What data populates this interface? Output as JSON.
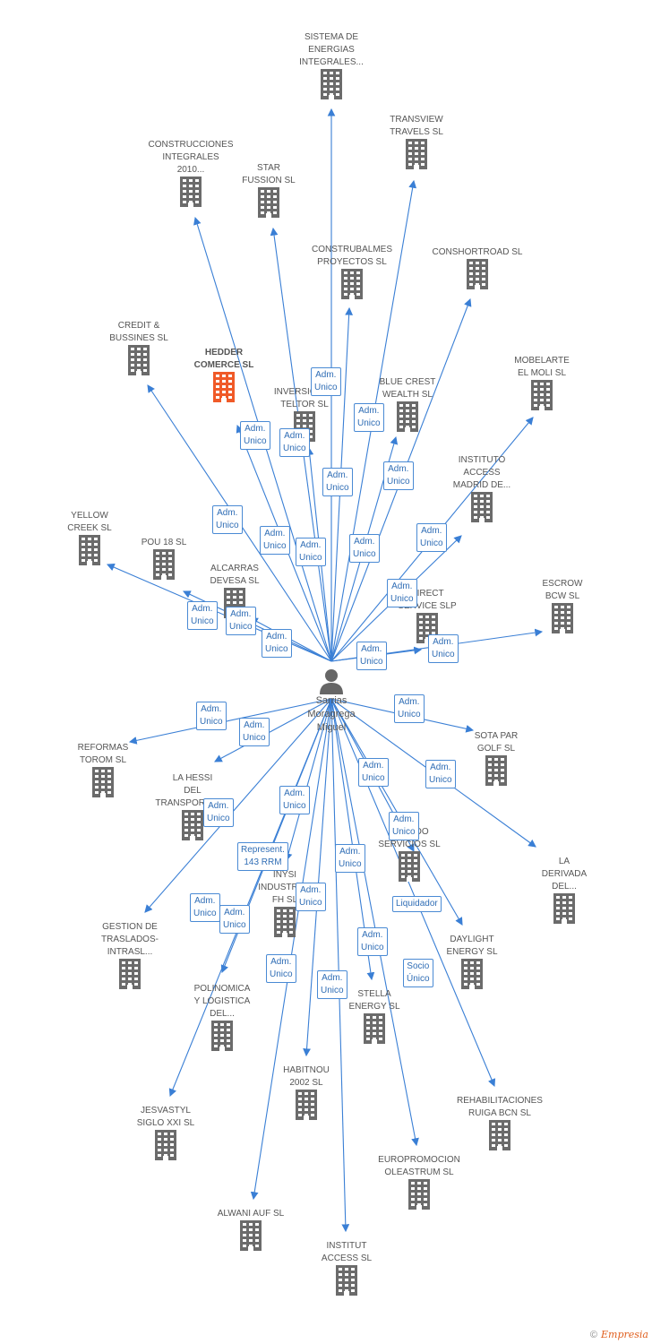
{
  "person": {
    "name": "Sarrias\nMoragrega\nMiguel"
  },
  "companies": [
    {
      "id": "sistema",
      "label": "SISTEMA DE\nENERGIAS\nINTEGRALES..."
    },
    {
      "id": "transview",
      "label": "TRANSVIEW\nTRAVELS SL"
    },
    {
      "id": "construcciones",
      "label": "CONSTRUCCIONES\nINTEGRALES\n2010..."
    },
    {
      "id": "star",
      "label": "STAR\nFUSSION SL"
    },
    {
      "id": "construbalmes",
      "label": "CONSTRUBALMES\nPROYECTOS SL"
    },
    {
      "id": "conshortroad",
      "label": "CONSHORTROAD SL"
    },
    {
      "id": "credit",
      "label": "CREDIT &\nBUSSINES SL"
    },
    {
      "id": "hedder",
      "label": "HEDDER\nCOMERCE SL",
      "focus": true
    },
    {
      "id": "inversiones",
      "label": "INVERSIONES\nTELTOR SL"
    },
    {
      "id": "bluecrest",
      "label": "BLUE CREST\nWEALTH SL"
    },
    {
      "id": "mobelarte",
      "label": "MOBELARTE\nEL MOLI SL"
    },
    {
      "id": "instituto",
      "label": "INSTITUTO\nACCESS\nMADRID DE..."
    },
    {
      "id": "yellow",
      "label": "YELLOW\nCREEK SL"
    },
    {
      "id": "pou18",
      "label": "POU 18 SL"
    },
    {
      "id": "alcarras",
      "label": "ALCARRAS\nDEVESA SL"
    },
    {
      "id": "direct",
      "label": "DIRECT\nSERVICE SLP"
    },
    {
      "id": "escrow",
      "label": "ESCROW\nBCW SL"
    },
    {
      "id": "reformas",
      "label": "REFORMAS\nTOROM SL"
    },
    {
      "id": "hessi",
      "label": "LA HESSI\nDEL\nTRANSPORTE SL"
    },
    {
      "id": "sotapar",
      "label": "SOTA PAR\nGOLF SL"
    },
    {
      "id": "derivada",
      "label": "LA\nDERIVADA\nDEL..."
    },
    {
      "id": "mafudo",
      "label": "MAFUDO\nSERVICIOS SL"
    },
    {
      "id": "gestion",
      "label": "GESTION DE\nTRASLADOS-\nINTRASL..."
    },
    {
      "id": "inysi",
      "label": "INYSI\nINDUSTRIAL\nFH SL"
    },
    {
      "id": "daylight",
      "label": "DAYLIGHT\nENERGY SL"
    },
    {
      "id": "polinomica",
      "label": "POLINOMICA\nY LOGISTICA\nDEL..."
    },
    {
      "id": "stella",
      "label": "STELLA\nENERGY SL"
    },
    {
      "id": "habitnou",
      "label": "HABITNOU\n2002 SL"
    },
    {
      "id": "jesvastyl",
      "label": "JESVASTYL\nSIGLO XXI SL"
    },
    {
      "id": "rehabilitaciones",
      "label": "REHABILITACIONES\nRUIGA BCN SL"
    },
    {
      "id": "europromocion",
      "label": "EUROPROMOCION\nOLEASTRUM SL"
    },
    {
      "id": "alwani",
      "label": "ALWANI AUF SL"
    },
    {
      "id": "institut",
      "label": "INSTITUT\nACCESS SL"
    }
  ],
  "relation_labels": {
    "adm_unico": "Adm.\nUnico",
    "represent": "Represent.\n143 RRM",
    "liquidador": "Liquidador",
    "socio_unico": "Socio\nÚnico"
  },
  "colors": {
    "edge": "#3a7fd5",
    "building": "#6b6b6b",
    "focus_building": "#f05a28"
  },
  "footer": {
    "copyright": "©",
    "brand": "Empresia"
  }
}
